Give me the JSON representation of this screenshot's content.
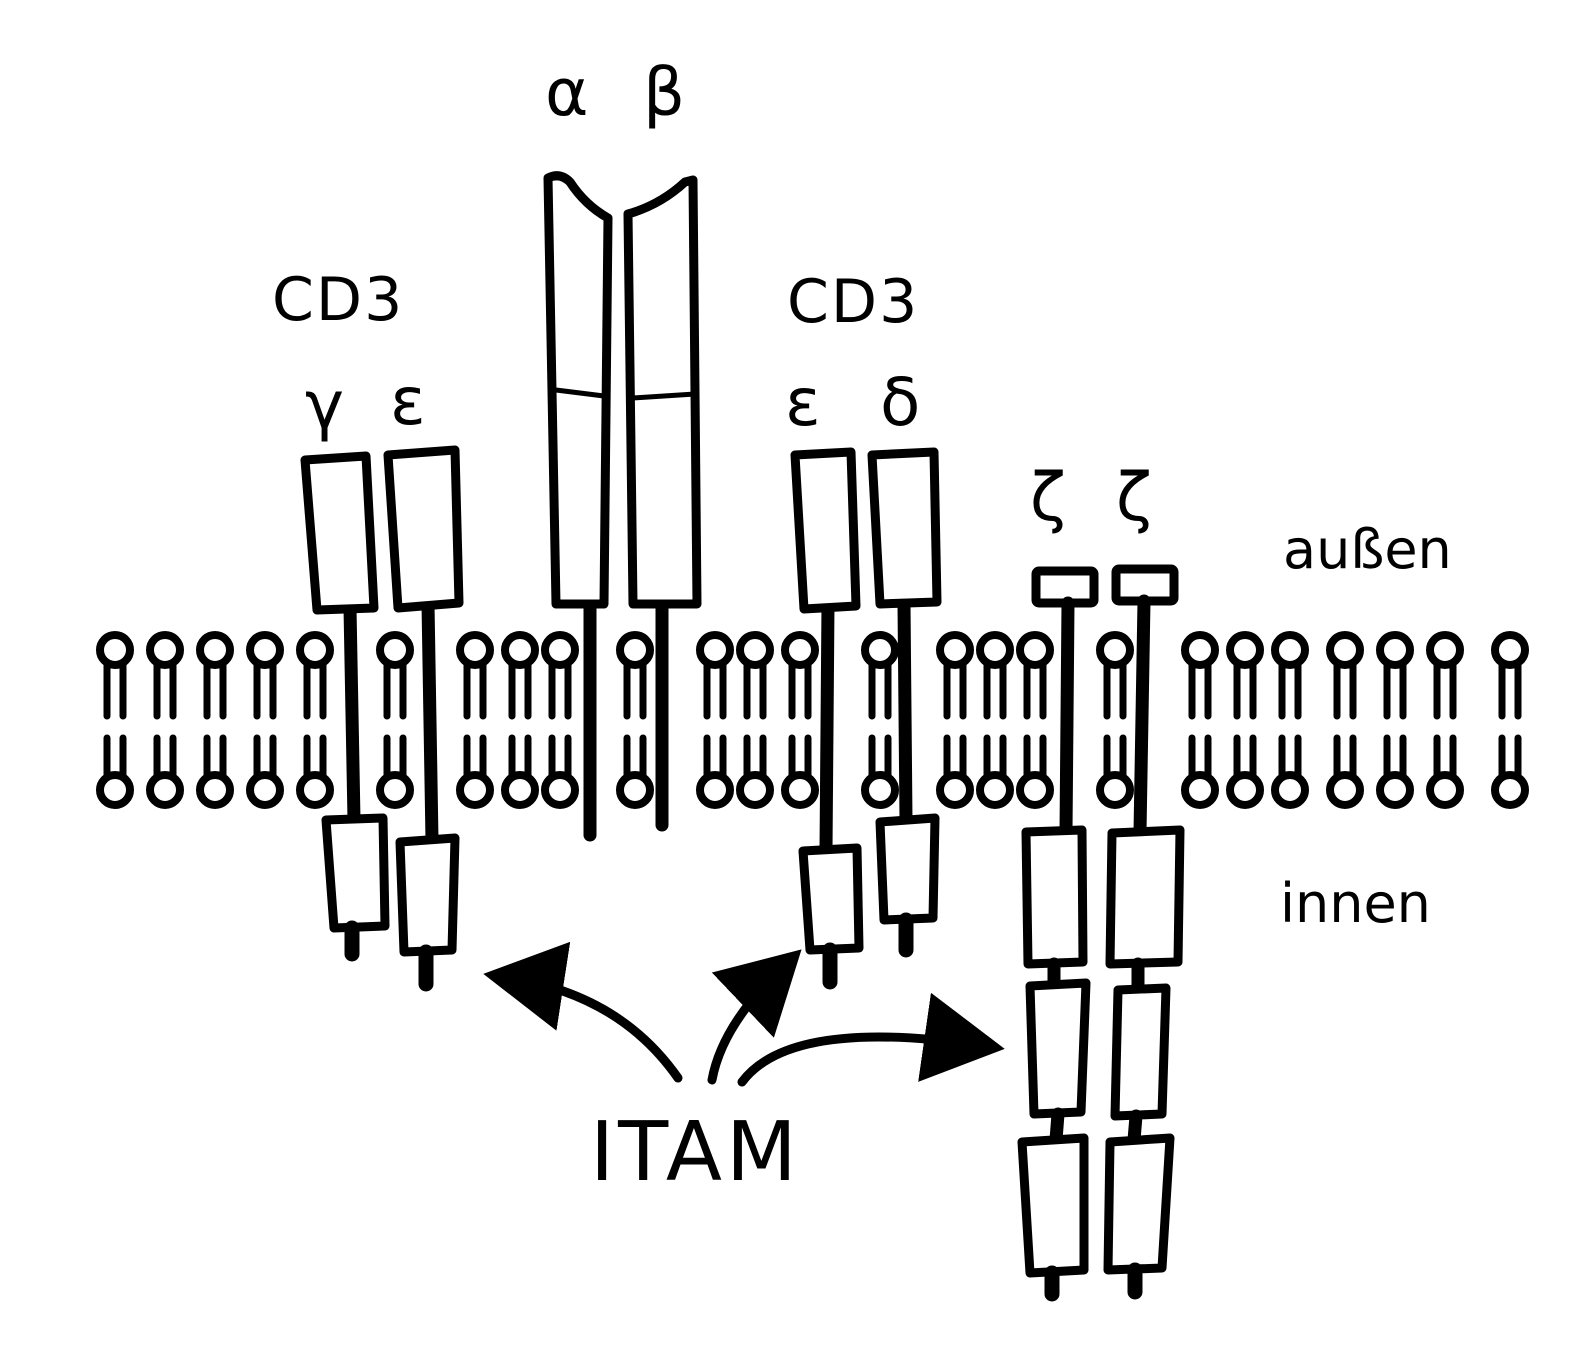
{
  "diagram": {
    "labels": {
      "alpha": "α",
      "beta": "β",
      "cd3_left": "CD3",
      "gamma": "γ",
      "epsilon_left": "ε",
      "cd3_right": "CD3",
      "epsilon_right": "ε",
      "delta": "δ",
      "zeta_1": "ζ",
      "zeta_2": "ζ",
      "outside": "außen",
      "inside": "innen",
      "itam": "ITAM"
    },
    "colors": {
      "ink": "#000000",
      "background": "#ffffff"
    }
  }
}
